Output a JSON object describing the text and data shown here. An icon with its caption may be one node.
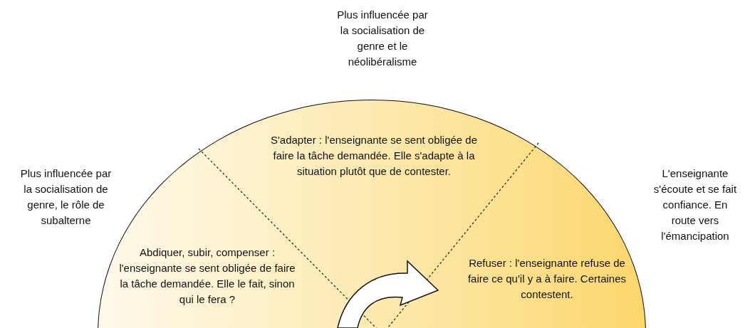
{
  "diagram": {
    "nodes": [
      {
        "text": [],
        "shape": "semicircle"
      },
      {
        "text": [
          "S'adapter : l'enseignante se sent obligée de faire la tâche demandée. Elle s'adapte à la situation plutôt que de contester."
        ],
        "in": 0
      },
      {
        "text": [
          "Abdiquer, subir, compenser : l'enseignante se sent obligée de faire la tâche demandée. Elle le fait, sinon qui le fera ?"
        ],
        "in": 0
      },
      {
        "text": [
          "Refuser : l'enseignante refuse de faire ce qu'il y a à faire. Certaines contestent."
        ],
        "in": 0
      }
    ],
    "labels": [
      "Plus influencée par la socialisation de genre et le néolibéralisme",
      "Plus influencée par la socialisation de genre, le rôle de subalterne",
      "L'enseignante s'écoute et se fait confiance. En route vers l'émancipation"
    ]
  }
}
